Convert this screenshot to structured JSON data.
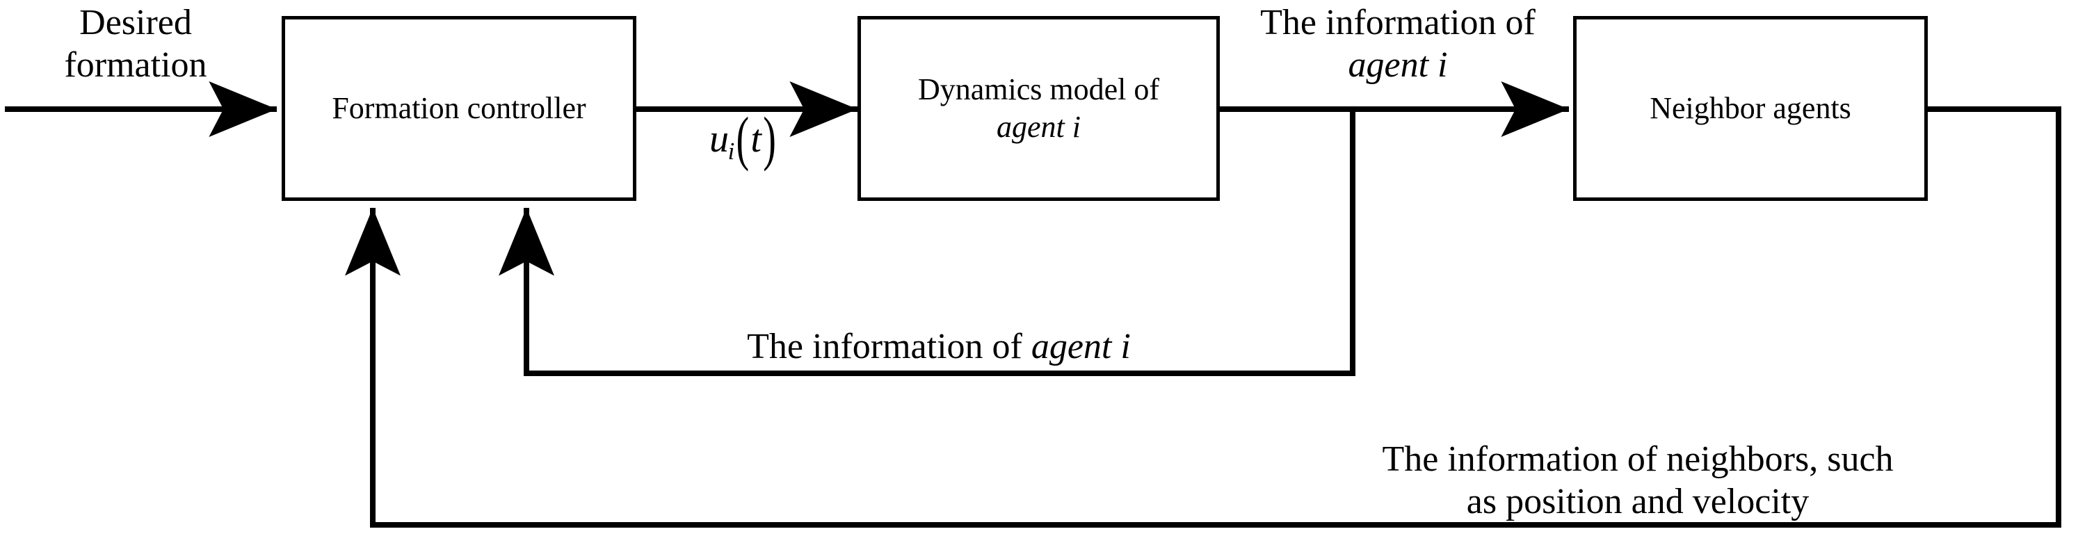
{
  "diagram": {
    "title": "Formation control block diagram",
    "stroke_color": "#000000",
    "background_color": "#ffffff",
    "boxes": [
      {
        "id": "formation-controller",
        "label": "Formation controller"
      },
      {
        "id": "dynamics-model",
        "label": "Dynamics model of\nagent i"
      },
      {
        "id": "neighbor-agents",
        "label": "Neighbor agents"
      }
    ],
    "labels": {
      "input": "Desired\nformation",
      "control_signal": {
        "base": "u",
        "subscript": "i",
        "open_paren": "(",
        "arg": "t",
        "close_paren": ")"
      },
      "agent_info_top": "The information of\nagent i",
      "agent_info_feedback": "The information of agent i",
      "neighbor_info_feedback": "The information of neighbors, such\nas position and velocity"
    },
    "signals": [
      {
        "id": "input-signal",
        "from": "external",
        "to": "formation-controller",
        "label": "Desired formation"
      },
      {
        "id": "control-signal",
        "from": "formation-controller",
        "to": "dynamics-model",
        "label": "u_i(t)"
      },
      {
        "id": "agent-info-signal",
        "from": "dynamics-model",
        "to": "neighbor-agents",
        "label": "The information of agent i"
      },
      {
        "id": "agent-info-feedback",
        "from": "dynamics-model",
        "to": "formation-controller",
        "label": "The information of agent i"
      },
      {
        "id": "neighbor-info-feedback",
        "from": "neighbor-agents",
        "to": "formation-controller",
        "label": "The information of neighbors, such as position and velocity"
      }
    ]
  }
}
